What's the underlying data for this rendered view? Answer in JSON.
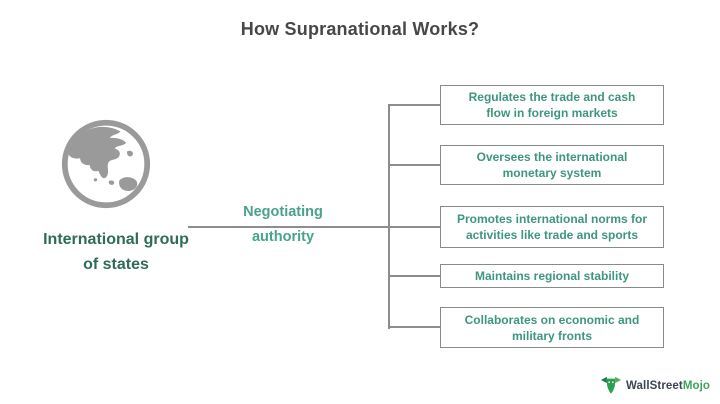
{
  "title": "How Supranational Works?",
  "source": {
    "icon": "globe-asia-icon",
    "label": "International group of states"
  },
  "connector": {
    "label_lines": [
      "Negotiating",
      "authority"
    ]
  },
  "functions": [
    {
      "lines": [
        "Regulates the trade and cash",
        "flow in foreign markets"
      ]
    },
    {
      "lines": [
        "Oversees the international",
        "monetary system"
      ]
    },
    {
      "lines": [
        "Promotes international norms for",
        "activities like trade and sports"
      ]
    },
    {
      "lines": [
        "Maintains regional stability"
      ]
    },
    {
      "lines": [
        "Collaborates on economic and",
        "military fronts"
      ]
    }
  ],
  "brand": {
    "icon": "bull-logo-icon",
    "name_part1": "WallStreet",
    "name_part2": "Mojo"
  },
  "colors": {
    "box_text_teal": "#3E9580",
    "entity_dark_teal": "#2F6B5B",
    "connector_teal": "#48A28C",
    "title_gray": "#474747",
    "line_gray": "#8D8D8D",
    "globe_gray": "#9A9A9A",
    "brand_dark": "#3A4550",
    "brand_green": "#3FA45B"
  }
}
